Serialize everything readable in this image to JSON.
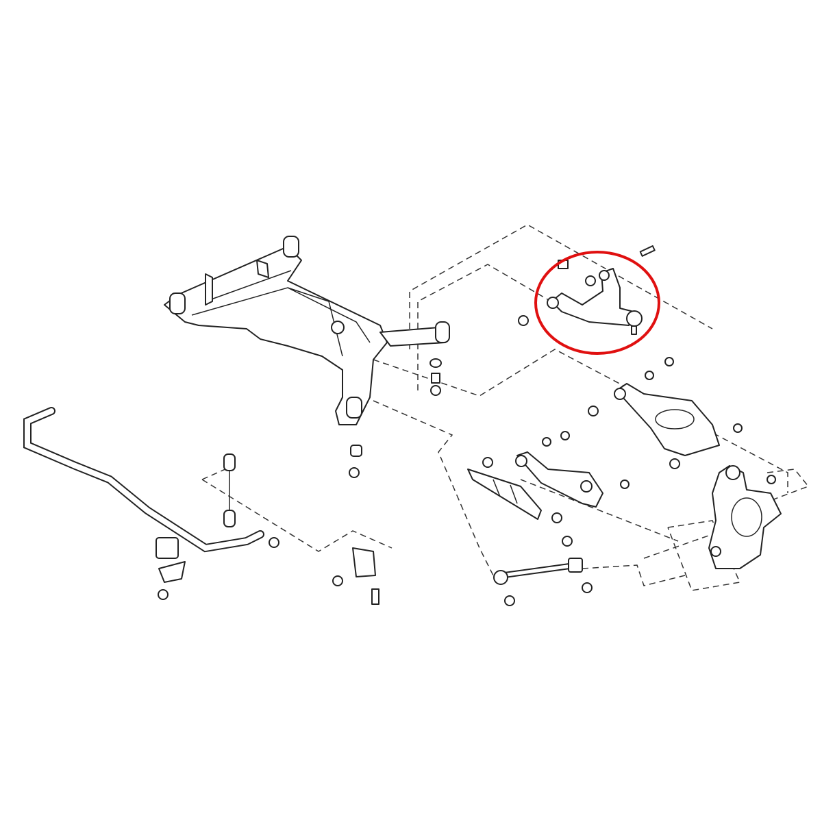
{
  "diagram": {
    "colors": {
      "line": "#222222",
      "highlight": "#e01010",
      "background": "#ffffff"
    },
    "parts": [
      "rear-subframe",
      "stabilizer-bar",
      "stabilizer-link",
      "stabilizer-bushing",
      "upper-link",
      "upper-arm-highlighted",
      "lower-control-arm",
      "radius-rod",
      "link-cover",
      "toe-link",
      "knuckle"
    ]
  }
}
